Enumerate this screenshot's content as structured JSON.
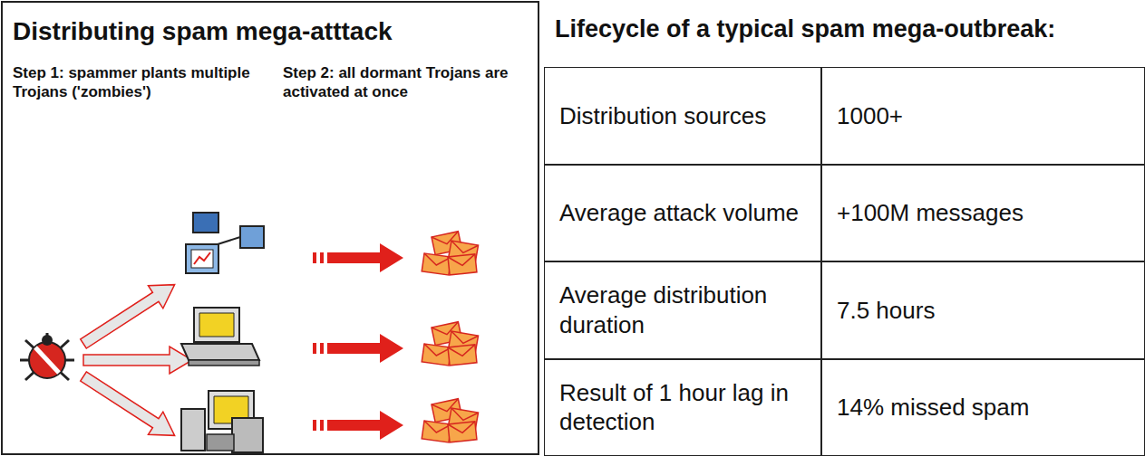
{
  "diagram": {
    "nodes": [
      {
        "text": [
          "Distributing spam mega-atttack",
          "Step 1: spammer plants multiple Trojans ('zombies')",
          "Step 2: all dormant Trojans are activated at once"
        ]
      },
      {
        "text": [
          "Lifecycle of a typical spam mega-outbreak:"
        ]
      }
    ],
    "labels": [
      "Distribution sources",
      "1000+",
      "Average attack volume",
      "+100M messages",
      "Average distribution duration",
      "7.5 hours",
      "Result of 1 hour lag in detection",
      "14% missed spam"
    ]
  }
}
